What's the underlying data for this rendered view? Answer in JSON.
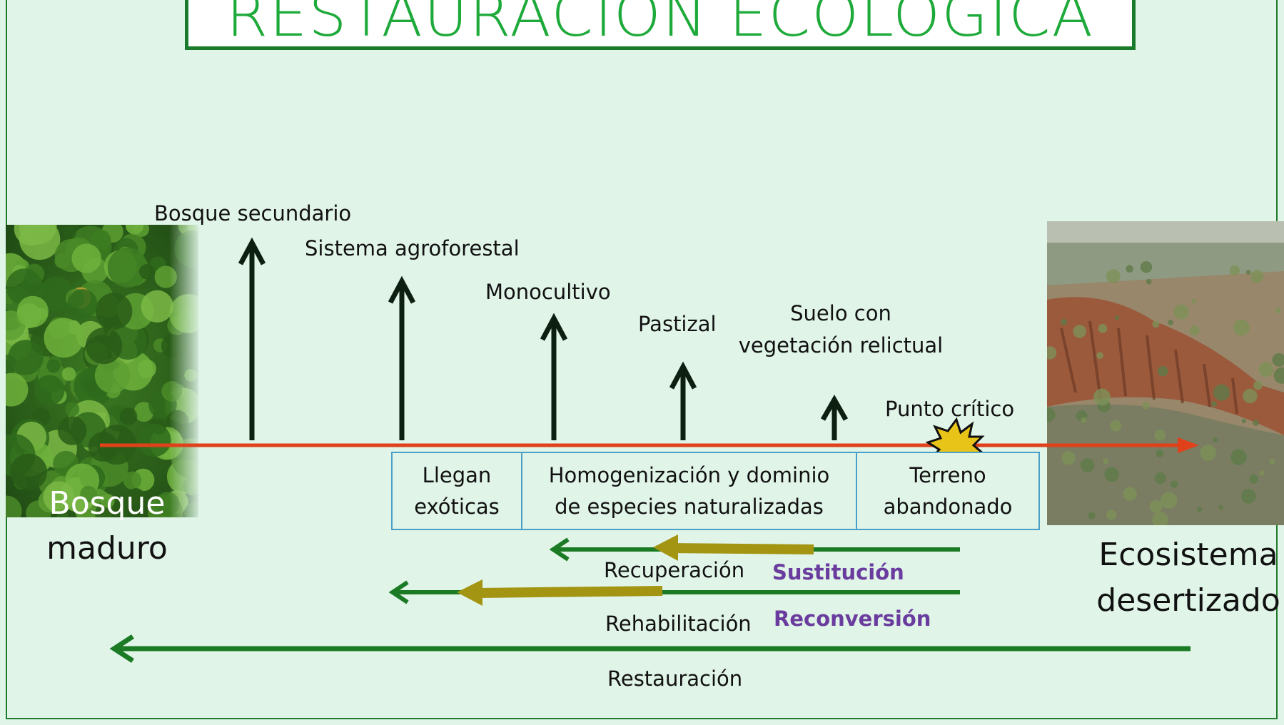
{
  "title": "RESTAURACIÓN ECOLÓGICA",
  "endpoints": {
    "left": [
      "Bosque",
      "maduro"
    ],
    "right": [
      "Ecosistema",
      "desertizado"
    ]
  },
  "stages": [
    {
      "label": "Bosque secundario"
    },
    {
      "label": "Sistema agroforestal"
    },
    {
      "label": "Monocultivo"
    },
    {
      "label": "Pastizal"
    },
    {
      "label": "Suelo con",
      "label2": "vegetación relictual"
    },
    {
      "label": "Punto crítico"
    }
  ],
  "phases": [
    {
      "line1": "Llegan",
      "line2": "exóticas"
    },
    {
      "line1": "Homogenización y dominio",
      "line2": "de especies naturalizadas"
    },
    {
      "line1": "Terreno",
      "line2": "abandonado"
    }
  ],
  "interventions": {
    "recuperacion": "Recuperación",
    "sustitucion": "Sustitución",
    "rehabilitacion": "Rehabilitación",
    "reconversion": "Reconversión",
    "restauracion": "Restauración"
  },
  "colors": {
    "background": "#e0f4e8",
    "title_green": "#1eaa3a",
    "frame_green": "#1a7a2c",
    "timeline": "#e0401a",
    "dark_arrow": "#0d1f10",
    "intervention_green": "#1b7a24",
    "intervention_olive": "#a39512",
    "purple_text": "#6a3c9e",
    "box_border": "#4aa0c8",
    "burst": "#e8c318"
  },
  "icons": [
    "up-arrow-icon",
    "left-arrow-icon",
    "explosion-burst-icon"
  ]
}
